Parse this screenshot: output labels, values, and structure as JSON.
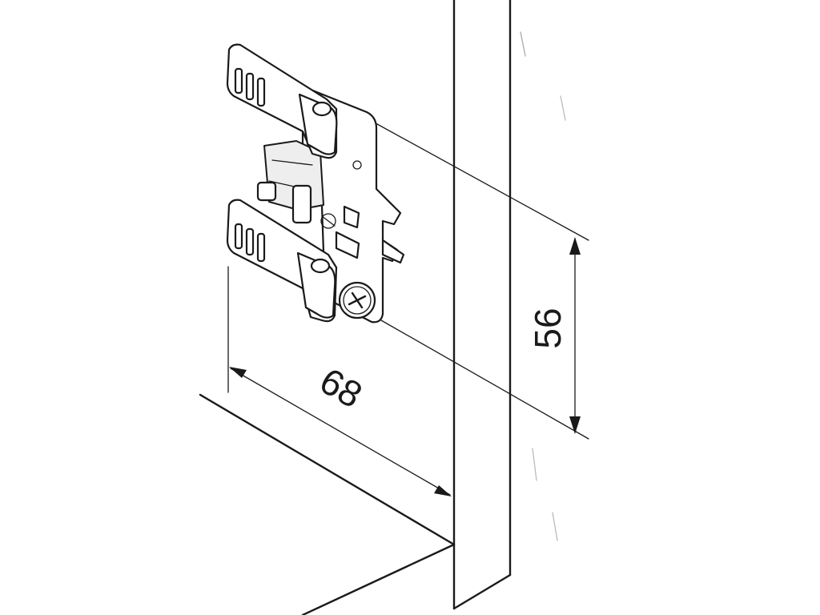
{
  "drawing": {
    "dimensions": [
      {
        "id": "width",
        "value": "68"
      },
      {
        "id": "height",
        "value": "56"
      }
    ],
    "stroke_color": "#1a1a1a",
    "background": "#ffffff"
  }
}
